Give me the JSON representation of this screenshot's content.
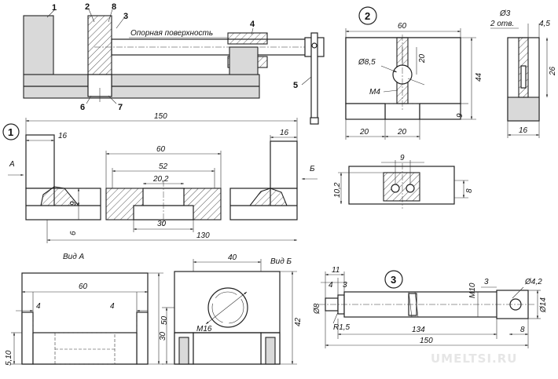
{
  "parts": [
    "1",
    "2",
    "3",
    "4",
    "5",
    "6",
    "7",
    "8"
  ],
  "views": {
    "circle1": "1",
    "circle2": "2",
    "circle3": "3"
  },
  "labels": {
    "support_surface": "Опорная поверхность",
    "view_a": "Вид А",
    "view_b": "Вид Б",
    "arrow_a": "А",
    "arrow_b": "Б",
    "holes": "2 отв."
  },
  "dims": {
    "d150": "150",
    "d16a": "16",
    "d16b": "16",
    "d60a": "60",
    "d52": "52",
    "d20_2": "20,2",
    "d9a": "9",
    "d6": "6",
    "d30a": "30",
    "d130": "130",
    "p2_60": "60",
    "p2_20a": "20",
    "p2_d8_5": "Ø8,5",
    "p2_44": "44",
    "p2_m4": "M4",
    "p2_9": "9",
    "p2_20b": "20",
    "p2_20c": "20",
    "p2s_d3": "Ø3",
    "p2s_4_5": "4,5",
    "p2s_26": "26",
    "p2s_16": "16",
    "p2b_9": "9",
    "p2b_10_2": "10,2",
    "p2b_8": "8",
    "va_60": "60",
    "va_4a": "4",
    "va_4b": "4",
    "va_50": "50",
    "va_5_10": "5,10",
    "vb_40": "40",
    "vb_m16": "M16",
    "vb_30": "30",
    "vb_42": "42",
    "p3_11": "11",
    "p3_4": "4",
    "p3_3a": "3",
    "p3_m10": "M10",
    "p3_3b": "3",
    "p3_d4_2": "Ø4,2",
    "p3_d8": "Ø8",
    "p3_r1_5": "R1,5",
    "p3_134": "134",
    "p3_d14": "Ø14",
    "p3_8": "8",
    "p3_150": "150"
  },
  "watermark": "UMELTSI.RU"
}
